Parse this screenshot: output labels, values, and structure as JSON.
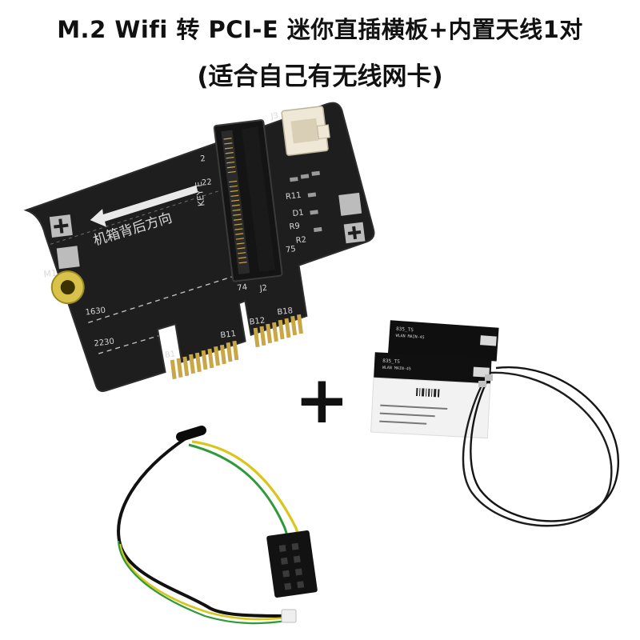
{
  "title_line1": "M.2 Wifi 转 PCI-E 迷你直插横板+内置天线1对",
  "title_line2": "(适合自己有无线网卡)",
  "board_silkscreen": {
    "direction_text": "机箱背后方向",
    "key_label": "KEY E",
    "m1": "M1",
    "size_1630": "1630",
    "size_2230": "2230",
    "b1": "B1",
    "b11": "B11",
    "b12": "B12",
    "b18": "B18",
    "j3": "J3",
    "j2": "J2",
    "r11": "R11",
    "d1": "D1",
    "r9": "R9",
    "r2": "R2",
    "pin2": "2",
    "pin22": "22",
    "pin74": "74",
    "pin75": "75"
  },
  "plus_sign": "+",
  "antenna_stickers": [
    {
      "line1": "835_TS",
      "line2": "WLAN MAIN-45"
    },
    {
      "line1": "835_TS",
      "line2": "WLAN MAIN-45"
    }
  ],
  "colors": {
    "pcb": "#1f1f1f",
    "gold": "#c9a646",
    "cable_yellow": "#d8c61a",
    "cable_green": "#2f9a3a",
    "cable_black": "#111111"
  }
}
